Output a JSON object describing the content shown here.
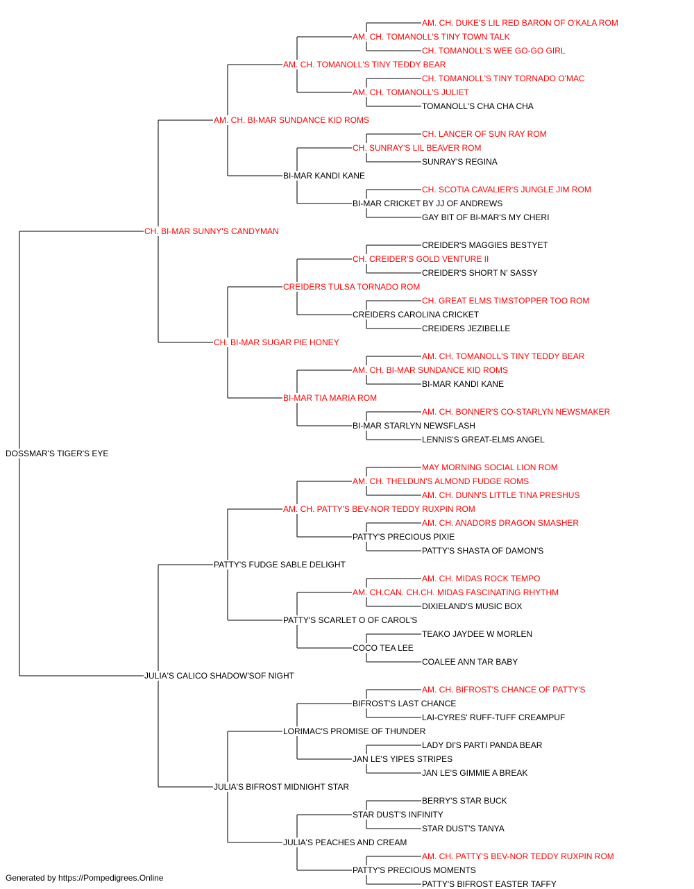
{
  "colors": {
    "champion": "#ff0000",
    "normal": "#000000",
    "line": "#333333"
  },
  "subject": {
    "name": "DOSSMAR'S TIGER'S EYE",
    "champion": false
  },
  "generations": [
    [
      {
        "name": "CH. BI-MAR SUNNY'S CANDYMAN",
        "champion": true
      },
      {
        "name": "JULIA'S CALICO SHADOW'SOF NIGHT",
        "champion": false
      }
    ],
    [
      {
        "name": "AM. CH. BI-MAR SUNDANCE KID ROMS",
        "champion": true
      },
      {
        "name": "CH. BI-MAR SUGAR PIE HONEY",
        "champion": true
      },
      {
        "name": "PATTY'S FUDGE SABLE DELIGHT",
        "champion": false
      },
      {
        "name": "JULIA'S BIFROST MIDNIGHT STAR",
        "champion": false
      }
    ],
    [
      {
        "name": "AM. CH. TOMANOLL'S TINY TEDDY BEAR",
        "champion": true
      },
      {
        "name": "BI-MAR KANDI KANE",
        "champion": false
      },
      {
        "name": "CREIDERS TULSA TORNADO ROM",
        "champion": true
      },
      {
        "name": "BI-MAR TIA MARIA ROM",
        "champion": true
      },
      {
        "name": "AM. CH. PATTY'S BEV-NOR TEDDY RUXPIN ROM",
        "champion": true
      },
      {
        "name": "PATTY'S SCARLET O OF CAROL'S",
        "champion": false
      },
      {
        "name": "LORIMAC'S PROMISE OF THUNDER",
        "champion": false
      },
      {
        "name": "JULIA'S PEACHES AND CREAM",
        "champion": false
      }
    ],
    [
      {
        "name": "AM. CH. TOMANOLL'S TINY TOWN TALK",
        "champion": true
      },
      {
        "name": "AM. CH. TOMANOLL'S JULIET",
        "champion": true
      },
      {
        "name": "CH. SUNRAY'S LIL BEAVER ROM",
        "champion": true
      },
      {
        "name": "BI-MAR CRICKET BY JJ OF ANDREWS",
        "champion": false
      },
      {
        "name": "CH. CREIDER'S GOLD VENTURE II",
        "champion": true
      },
      {
        "name": "CREIDERS CAROLINA CRICKET",
        "champion": false
      },
      {
        "name": "AM. CH. BI-MAR SUNDANCE KID ROMS",
        "champion": true
      },
      {
        "name": "BI-MAR STARLYN NEWSFLASH",
        "champion": false
      },
      {
        "name": "AM. CH. THELDUN'S ALMOND FUDGE ROMS",
        "champion": true
      },
      {
        "name": "PATTY'S PRECIOUS PIXIE",
        "champion": false
      },
      {
        "name": "AM. CH.CAN. CH.CH. MIDAS FASCINATING RHYTHM",
        "champion": true
      },
      {
        "name": "COCO TEA LEE",
        "champion": false
      },
      {
        "name": "BIFROST'S LAST CHANCE",
        "champion": false
      },
      {
        "name": "JAN LE'S YIPES STRIPES",
        "champion": false
      },
      {
        "name": "STAR DUST'S INFINITY",
        "champion": false
      },
      {
        "name": "PATTY'S PRECIOUS MOMENTS",
        "champion": false
      }
    ],
    [
      {
        "name": "AM. CH. DUKE'S LIL RED BARON OF O'KALA ROM",
        "champion": true
      },
      {
        "name": "CH. TOMANOLL'S WEE GO-GO GIRL",
        "champion": true
      },
      {
        "name": "CH. TOMANOLL'S TINY TORNADO O'MAC",
        "champion": true
      },
      {
        "name": "TOMANOLL'S CHA CHA CHA",
        "champion": false
      },
      {
        "name": "CH. LANCER OF SUN RAY ROM",
        "champion": true
      },
      {
        "name": "SUNRAY'S REGINA",
        "champion": false
      },
      {
        "name": "CH. SCOTIA CAVALIER'S JUNGLE JIM ROM",
        "champion": true
      },
      {
        "name": "GAY BIT OF BI-MAR'S MY CHERI",
        "champion": false
      },
      {
        "name": "CREIDER'S MAGGIES BESTYET",
        "champion": false
      },
      {
        "name": "CREIDER'S SHORT N' SASSY",
        "champion": false
      },
      {
        "name": "CH. GREAT ELMS TIMSTOPPER TOO ROM",
        "champion": true
      },
      {
        "name": "CREIDERS JEZIBELLE",
        "champion": false
      },
      {
        "name": "AM. CH. TOMANOLL'S TINY TEDDY BEAR",
        "champion": true
      },
      {
        "name": "BI-MAR KANDI KANE",
        "champion": false
      },
      {
        "name": "AM. CH. BONNER'S CO-STARLYN NEWSMAKER",
        "champion": true
      },
      {
        "name": "LENNIS'S GREAT-ELMS ANGEL",
        "champion": false
      },
      {
        "name": "MAY MORNING SOCIAL LION ROM",
        "champion": true
      },
      {
        "name": "AM. CH. DUNN'S LITTLE TINA PRESHUS",
        "champion": true
      },
      {
        "name": "AM. CH. ANADORS DRAGON SMASHER",
        "champion": true
      },
      {
        "name": "PATTY'S SHASTA OF DAMON'S",
        "champion": false
      },
      {
        "name": "AM. CH. MIDAS ROCK TEMPO",
        "champion": true
      },
      {
        "name": "DIXIELAND'S MUSIC BOX",
        "champion": false
      },
      {
        "name": "TEAKO JAYDEE W MORLEN",
        "champion": false
      },
      {
        "name": "COALEE ANN TAR BABY",
        "champion": false
      },
      {
        "name": "AM. CH. BIFROST'S CHANCE OF PATTY'S",
        "champion": true
      },
      {
        "name": "LAI-CYRES' RUFF-TUFF CREAMPUF",
        "champion": false
      },
      {
        "name": "LADY DI'S PARTI PANDA BEAR",
        "champion": false
      },
      {
        "name": "JAN LE'S GIMMIE A BREAK",
        "champion": false
      },
      {
        "name": "BERRY'S STAR BUCK",
        "champion": false
      },
      {
        "name": "STAR DUST'S TANYA",
        "champion": false
      },
      {
        "name": "AM. CH. PATTY'S BEV-NOR TEDDY RUXPIN ROM",
        "champion": true
      },
      {
        "name": "PATTY'S BIFROST EASTER TAFFY",
        "champion": false
      }
    ]
  ],
  "footer": {
    "text": "Generated by https://Pompedigrees.Online"
  }
}
